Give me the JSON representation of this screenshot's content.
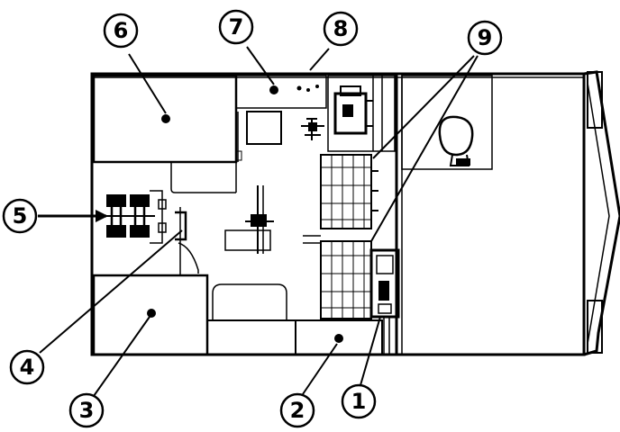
{
  "colors": {
    "ink": "#000000",
    "paper": "#ffffff"
  },
  "callouts": [
    {
      "id": "c1",
      "label": "1"
    },
    {
      "id": "c2",
      "label": "2"
    },
    {
      "id": "c3",
      "label": "3"
    },
    {
      "id": "c4",
      "label": "4"
    },
    {
      "id": "c5",
      "label": "5"
    },
    {
      "id": "c6",
      "label": "6"
    },
    {
      "id": "c7",
      "label": "7"
    },
    {
      "id": "c8",
      "label": "8"
    },
    {
      "id": "c9",
      "label": "9"
    }
  ]
}
